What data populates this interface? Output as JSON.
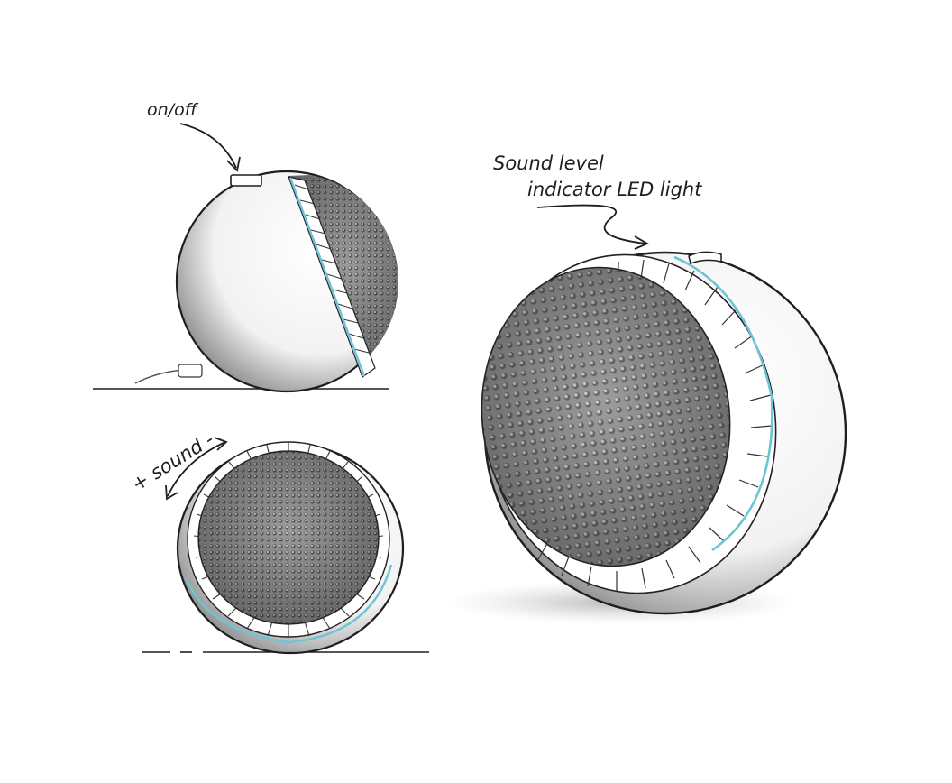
{
  "annotations": {
    "power": "on/off",
    "led_line1": "Sound level",
    "led_line2": "indicator LED light",
    "volume": "+ sound -"
  },
  "colors": {
    "led": "#6cc4d6",
    "ink": "#1e1e1e",
    "shell": "#ffffff",
    "grille": "#8a8a8a"
  },
  "figures": [
    "side-view-sketch",
    "front-view-sketch",
    "perspective-view-sketch"
  ]
}
